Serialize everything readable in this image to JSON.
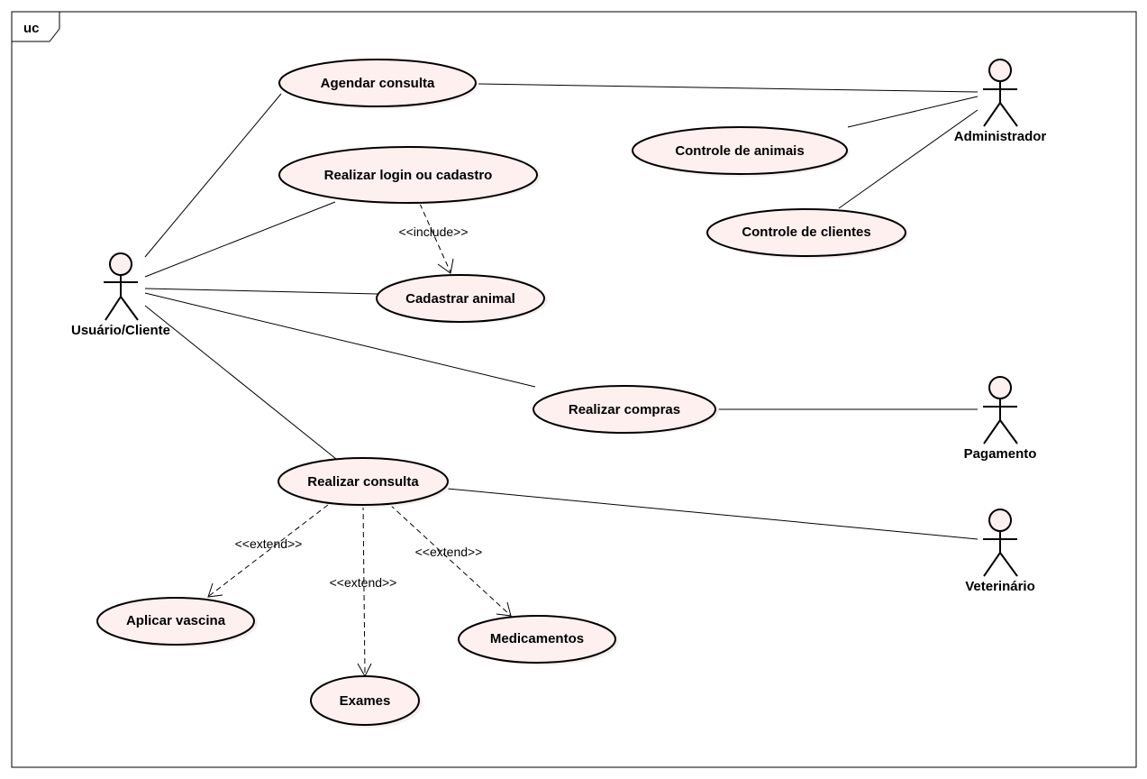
{
  "frame": {
    "label": "uc"
  },
  "actors": {
    "usuario": "Usuário/Cliente",
    "administrador": "Administrador",
    "pagamento": "Pagamento",
    "veterinario": "Veterinário"
  },
  "use_cases": {
    "agendar": "Agendar consulta",
    "login": "Realizar login ou cadastro",
    "cadastrar_animal": "Cadastrar animal",
    "compras": "Realizar compras",
    "consulta": "Realizar consulta",
    "controle_animais": "Controle de animais",
    "controle_clientes": "Controle de clientes",
    "vascina": "Aplicar vascina",
    "exames": "Exames",
    "medicamentos": "Medicamentos"
  },
  "stereotypes": {
    "include": "<<include>>",
    "extend_vascina": "<<extend>>",
    "extend_exames": "<<extend>>",
    "extend_medicamentos": "<<extend>>"
  }
}
